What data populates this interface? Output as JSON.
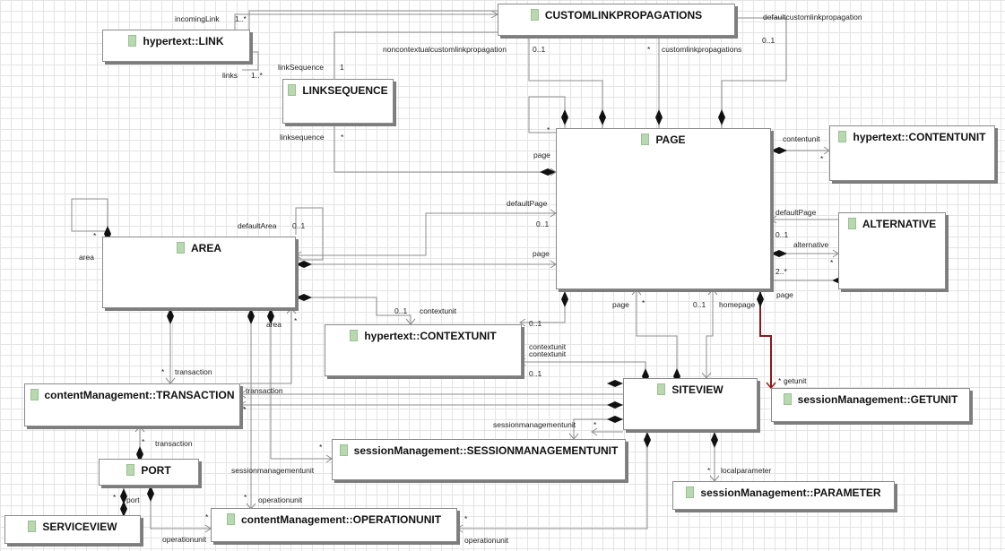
{
  "classes": {
    "customlinkpropagations": "CUSTOMLINKPROPAGATIONS",
    "link": "hypertext::LINK",
    "linksequence": "LINKSEQUENCE",
    "page": "PAGE",
    "contentunit": "hypertext::CONTENTUNIT",
    "alternative": "ALTERNATIVE",
    "area": "AREA",
    "contextunit": "hypertext::CONTEXTUNIT",
    "transaction": "contentManagement::TRANSACTION",
    "siteview": "SITEVIEW",
    "getunit": "sessionManagement::GETUNIT",
    "smunit": "sessionManagement::SESSIONMANAGEMENTUNIT",
    "port": "PORT",
    "parameter": "sessionManagement::PARAMETER",
    "serviceview": "SERVICEVIEW",
    "operationunit": "contentManagement::OPERATIONUNIT"
  },
  "labels": {
    "incominglink": "incomingLink",
    "mult_1star_a": "1..*",
    "links": "links",
    "mult_1star_b": "1..*",
    "linksequence_role": "linkSequence",
    "mult_1_a": "1",
    "noncontextual": "noncontextualcustomlinkpropagation",
    "mult_01_a": "0..1",
    "star_a": "*",
    "customlinkpropagations_role": "customlinkpropagations",
    "defaultcustom": "defaultcustomlinkpropagation",
    "mult_01_b": "0..1",
    "linksequence_lower": "linksequence",
    "star_b": "*",
    "star_c": "*",
    "page_self": "page",
    "contentunit_role": "contentunit",
    "star_d": "*",
    "defaultpage_alt": "defaultPage",
    "mult_01_c": "0..1",
    "alternative_role": "alternative",
    "star_e": "*",
    "mult_2star": "2..*",
    "page_alt": "page",
    "defaultpage_area": "defaultPage",
    "mult_01_d": "0..1",
    "page_area": "page",
    "star_f": "*",
    "area_self": "area",
    "defaultarea": "defaultArea",
    "mult_01_e": "0..1",
    "mult_01_f": "0..1",
    "contextunit_role": "contextunit",
    "star_g": "*",
    "area_role": "area",
    "page_sv": "page",
    "star_h": "*",
    "mult_01_g": "0..1",
    "homepage": "homepage",
    "mult_01_h": "0..1",
    "contextunit_sv1": "contextunit",
    "contextunit_sv2": "contextunit",
    "mult_01_i": "0..1",
    "star_i": "*",
    "transaction_role": "transaction",
    "transaction_sv": "transaction",
    "star_j": "*",
    "star_k": "*",
    "getunit_role": "getunit",
    "smunit_role": "sessionmanagementunit",
    "star_l": "*",
    "star_m": "*",
    "star_n": "*",
    "transaction_port": "transaction",
    "smunit_area": "sessionmanagementunit",
    "star_o": "*",
    "localparameter": "localparameter",
    "star_p": "*",
    "port_role": "port",
    "star_q": "*",
    "operationunit_area": "operationunit",
    "star_r": "*",
    "operationunit_port": "operationunit",
    "star_s": "*",
    "operationunit_sv": "operationunit"
  }
}
